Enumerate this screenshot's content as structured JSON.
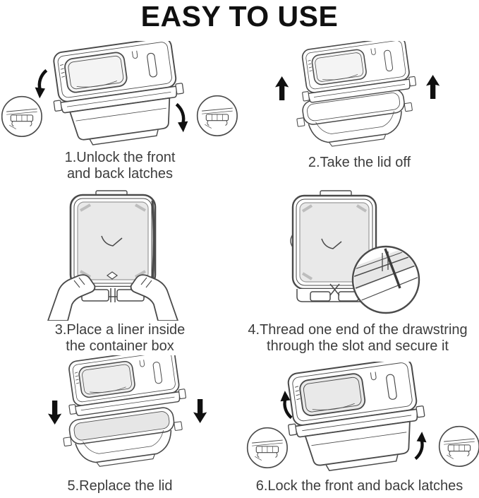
{
  "page": {
    "title": "EASY TO USE",
    "background": "#ffffff"
  },
  "palette": {
    "line_art": "#4a4a4a",
    "arrow_black": "#101010",
    "liner_gray": "#e9e9e9",
    "text": "#3d3d3d",
    "title_color": "#101010"
  },
  "steps": [
    {
      "number": "1",
      "lines": [
        "1.Unlock the front",
        "and back latches"
      ],
      "illustration": "closed-container-with-latch-magnifiers-and-down-arrows",
      "icons": [
        "magnifier-latch-icon",
        "curved-arrow-down-icon"
      ]
    },
    {
      "number": "2",
      "lines": [
        "2.Take the lid off"
      ],
      "illustration": "lid-lifted-off-base-with-up-arrows",
      "icons": [
        "up-arrow-icon"
      ]
    },
    {
      "number": "3",
      "lines": [
        "3.Place a liner inside",
        "the container box"
      ],
      "illustration": "hands-placing-liner-in-container-top-view",
      "icons": [
        "hands-illustration"
      ]
    },
    {
      "number": "4",
      "lines": [
        "4.Thread one end of the drawstring",
        "through the slot and secure it"
      ],
      "illustration": "drawstring-threaded-through-slot-with-magnifier",
      "icons": [
        "magnifier-drawstring-icon"
      ]
    },
    {
      "number": "5",
      "lines": [
        "5.Replace the lid"
      ],
      "illustration": "lid-lowering-onto-base-with-down-arrows",
      "icons": [
        "down-arrow-icon"
      ]
    },
    {
      "number": "6",
      "lines": [
        "6.Lock the front and back latches"
      ],
      "illustration": "closed-container-with-latch-magnifiers-and-up-arrows",
      "icons": [
        "magnifier-latch-icon",
        "curved-arrow-up-icon"
      ]
    }
  ]
}
